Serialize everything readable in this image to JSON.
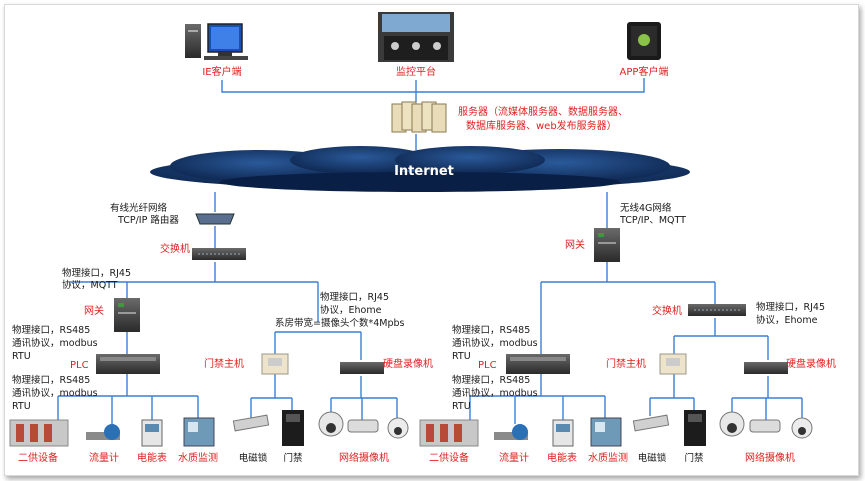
{
  "top": {
    "ie_client": "IE客户端",
    "monitor_platform": "监控平台",
    "app_client": "APP客户端",
    "server_line1": "服务器（流媒体服务器、数据服务器、",
    "server_line2": "数据库服务器、web发布服务器）",
    "internet": "Internet"
  },
  "left": {
    "wired_line1": "有线光纤网络",
    "wired_line2": "TCP/IP 路由器",
    "switch": "交换机",
    "iface_line1": "物理接口，RJ45",
    "iface_line2": "协议，MQTT",
    "gateway": "网关",
    "gw_line1": "物理接口，RS485",
    "gw_line2": "通讯协议，modbus",
    "gw_line3": "RTU",
    "plc": "PLC",
    "plc_line1": "物理接口，RS485",
    "plc_line2": "通讯协议，modbus",
    "plc_line3": "RTU",
    "ehome_line1": "物理接口，RJ45",
    "ehome_line2": "协议，Ehome",
    "bandwidth": "系房带宽=摄像头个数*4Mpbs",
    "door_host": "门禁主机",
    "nvr": "硬盘录像机",
    "dev_supply": "二供设备",
    "dev_flow": "流量计",
    "dev_meter": "电能表",
    "dev_water": "水质监测",
    "dev_lock": "电磁锁",
    "dev_door": "门禁",
    "dev_camera": "网络摄像机"
  },
  "right": {
    "wireless_line1": "无线4G网络",
    "wireless_line2": "TCP/IP、MQTT",
    "gateway": "网关",
    "switch": "交换机",
    "ehome_line1": "物理接口，RJ45",
    "ehome_line2": "协议，Ehome",
    "gw_line1": "物理接口，RS485",
    "gw_line2": "通讯协议，modbus",
    "gw_line3": "RTU",
    "plc": "PLC",
    "plc_line1": "物理接口，RS485",
    "plc_line2": "通讯协议，modbus",
    "plc_line3": "RTU",
    "door_host": "门禁主机",
    "nvr": "硬盘录像机",
    "dev_supply": "二供设备",
    "dev_flow": "流量计",
    "dev_meter": "电能表",
    "dev_water": "水质监测",
    "dev_lock": "电磁锁",
    "dev_door": "门禁",
    "dev_camera": "网络摄像机"
  }
}
